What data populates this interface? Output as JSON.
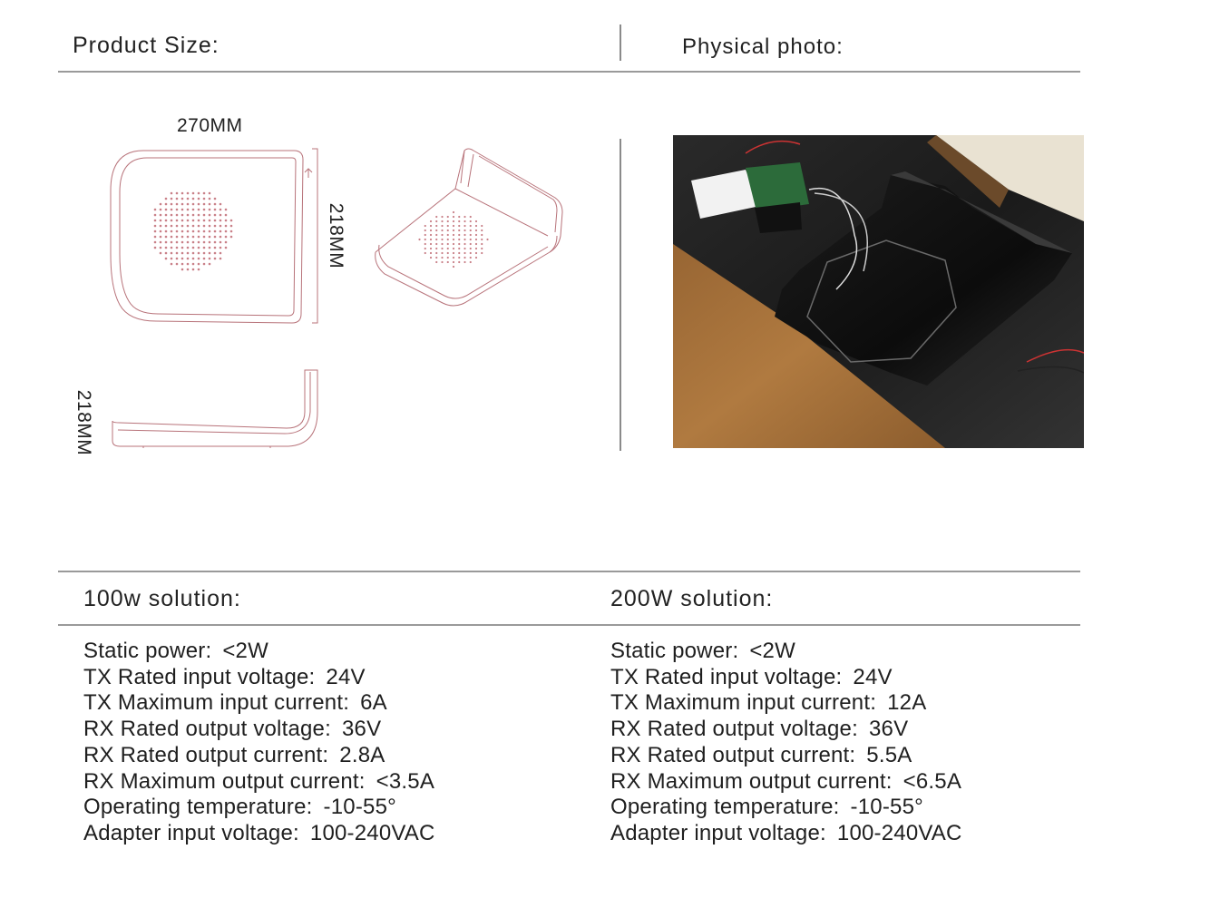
{
  "headers": {
    "product_size": "Product Size:",
    "physical_photo": "Physical photo:"
  },
  "dimensions": {
    "width": "270MM",
    "depth": "218MM",
    "height": "218MM"
  },
  "colors": {
    "drawing_line": "#b8737a",
    "divider": "#9a9a9a",
    "text": "#1f1f1f"
  },
  "solutions": [
    {
      "title": "100w  solution:",
      "specs": [
        {
          "label": "Static power:",
          "value": "<2W"
        },
        {
          "label": "TX Rated input voltage:",
          "value": "24V"
        },
        {
          "label": "TX Maximum input current:",
          "value": "6A"
        },
        {
          "label": "RX Rated output voltage:",
          "value": "36V"
        },
        {
          "label": "RX Rated output current:",
          "value": "2.8A"
        },
        {
          "label": "RX Maximum output current:",
          "value": "<3.5A"
        },
        {
          "label": "Operating temperature:",
          "value": "-10-55°"
        },
        {
          "label": "Adapter input voltage:",
          "value": "100-240VAC"
        }
      ]
    },
    {
      "title": "200W  solution:",
      "specs": [
        {
          "label": "Static power:",
          "value": "<2W"
        },
        {
          "label": "TX Rated input voltage:",
          "value": "24V"
        },
        {
          "label": "TX Maximum input current:",
          "value": "12A"
        },
        {
          "label": "RX Rated output voltage:",
          "value": "36V"
        },
        {
          "label": "RX Rated output current:",
          "value": "5.5A"
        },
        {
          "label": "RX Maximum output current:",
          "value": "<6.5A"
        },
        {
          "label": "Operating temperature:",
          "value": "-10-55°"
        },
        {
          "label": "Adapter input voltage:",
          "value": "100-240VAC"
        }
      ]
    }
  ]
}
